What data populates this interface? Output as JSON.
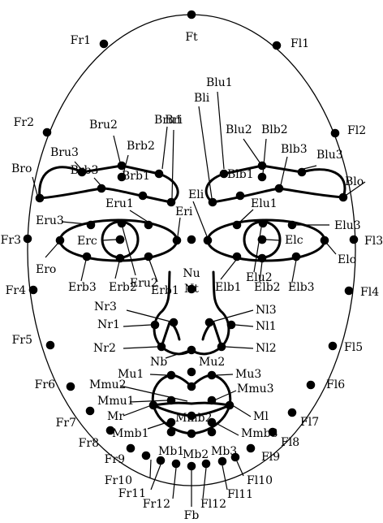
{
  "figure": {
    "labels": {
      "Ft": "Ft",
      "Fr1": "Fr1",
      "Fl1": "Fl1",
      "Fr2": "Fr2",
      "Fl2": "Fl2",
      "Fr3": "Fr3",
      "Fl3": "Fl3",
      "Fr4": "Fr4",
      "Fl4": "Fl4",
      "Fr5": "Fr5",
      "Fl5": "Fl5",
      "Fr6": "Fr6",
      "Fl6": "Fl6",
      "Fr7": "Fr7",
      "Fl7": "Fl7",
      "Fr8": "Fr8",
      "Fl8": "Fl8",
      "Fr9": "Fr9",
      "Fl9": "Fl9",
      "Fr10": "Fr10",
      "Fl10": "Fl10",
      "Fr11": "Fr11",
      "Fl11b": "Fl11",
      "Fr12": "Fr12",
      "Fl12b": "Fl12",
      "Fb": "Fb",
      "Bru1": "Bru1",
      "Bru2": "Bru2",
      "Bru3": "Bru3",
      "Brb3": "Brb3",
      "Brb2": "Brb2",
      "Brb1": "Brb1",
      "Bri": "Bri",
      "Bro": "Bro",
      "Blu1": "Blu1",
      "Bli": "Bli",
      "Blu2": "Blu2",
      "Blb2": "Blb2",
      "Blb3": "Blb3",
      "Blu3": "Blu3",
      "Blb1": "Blb1",
      "Blo": "Blo",
      "Eli": "Eli",
      "Eru1": "Eru1",
      "Eri": "Eri",
      "Elu1": "Elu1",
      "Eru3": "Eru3",
      "Elu3": "Elu3",
      "Erc": "Erc",
      "Elc": "Elc",
      "Ero": "Ero",
      "Elo": "Elo",
      "Erb3": "Erb3",
      "Erb2": "Erb2",
      "Eru2": "Eru2",
      "Erb1": "Erb1",
      "Elu2": "Elu2",
      "Elb1": "Elb1",
      "Elb2": "Elb2",
      "Elb3": "Elb3",
      "Nu": "Nu",
      "Nt": "Nt",
      "Nr3": "Nr3",
      "Nl3": "Nl3",
      "Nr1": "Nr1",
      "Nl1": "Nl1",
      "Nr2": "Nr2",
      "Nl2": "Nl2",
      "Nb": "Nb",
      "Mu2": "Mu2",
      "Mu1": "Mu1",
      "Mu3": "Mu3",
      "Mmu2": "Mmu2",
      "Mmu3": "Mmu3",
      "Mmu1": "Mmu1",
      "Mr": "Mr",
      "Ml": "Ml",
      "Mmb2": "Mmb2",
      "Mmb1": "Mmb1",
      "Mmb3": "Mmb3",
      "Mb1": "Mb1",
      "Mb2": "Mb2",
      "Mb3": "Mb3"
    }
  }
}
